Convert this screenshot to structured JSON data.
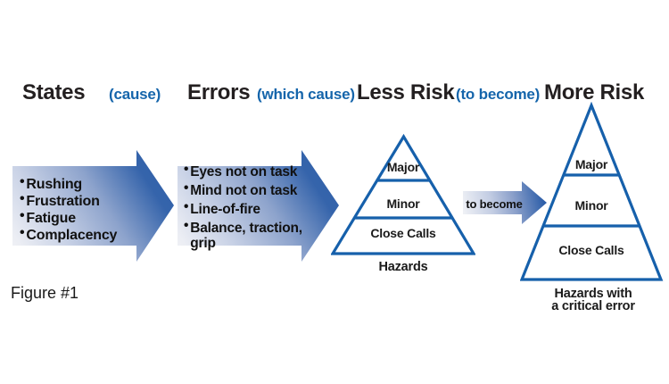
{
  "title_row": {
    "states": "States",
    "cause": "(cause)",
    "errors": "Errors",
    "which_cause": "(which cause)",
    "less_risk": "Less Risk",
    "to_become": "(to become)",
    "more_risk": "More Risk"
  },
  "states_arrow": {
    "items": [
      "Rushing",
      "Frustration",
      "Fatigue",
      "Complacency"
    ]
  },
  "errors_arrow": {
    "items": [
      "Eyes not on task",
      "Mind not on task",
      "Line-of-fire",
      "Balance, traction, grip"
    ]
  },
  "transition_arrow": {
    "label": "to become"
  },
  "less_risk_pyramid": {
    "levels": [
      "Major",
      "Minor",
      "Close Calls"
    ],
    "caption": "Hazards"
  },
  "more_risk_pyramid": {
    "levels": [
      "Major",
      "Minor",
      "Close Calls"
    ],
    "caption_line1": "Hazards with",
    "caption_line2": "a critical error"
  },
  "figure_label": "Figure #1",
  "ui": {
    "bullet": "•"
  },
  "colors": {
    "heading_black": "#231f20",
    "heading_blue": "#1565ab",
    "pyramid_stroke": "#1660ab",
    "arrow_dark_blue": "#2e5fa9"
  }
}
